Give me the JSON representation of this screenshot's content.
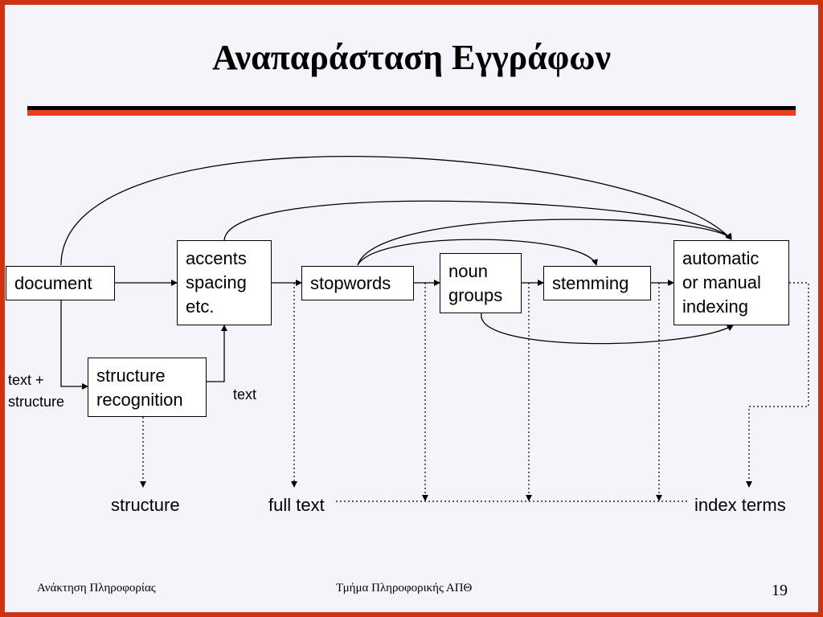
{
  "title": "Αναπαράσταση Εγγράφων",
  "nodes": {
    "document": "document",
    "accents_line1": "accents",
    "accents_line2": "spacing",
    "accents_line3": "etc.",
    "stopwords": "stopwords",
    "noun_line1": "noun",
    "noun_line2": "groups",
    "stemming": "stemming",
    "indexing_line1": "automatic",
    "indexing_line2": "or manual",
    "indexing_line3": "indexing",
    "structure_line1": "structure",
    "structure_line2": "recognition"
  },
  "labels": {
    "text_structure_line1": "text +",
    "text_structure_line2": "structure",
    "text": "text",
    "structure": "structure",
    "full_text": "full text",
    "index_terms": "index terms"
  },
  "footer": {
    "left": "Ανάκτηση Πληροφορίας",
    "center": "Τμήμα Πληροφορικής ΑΠΘ",
    "page": "19"
  },
  "colors": {
    "border": "#cc3311",
    "rule_accent": "#e8401a",
    "background": "#f4f4fa"
  }
}
